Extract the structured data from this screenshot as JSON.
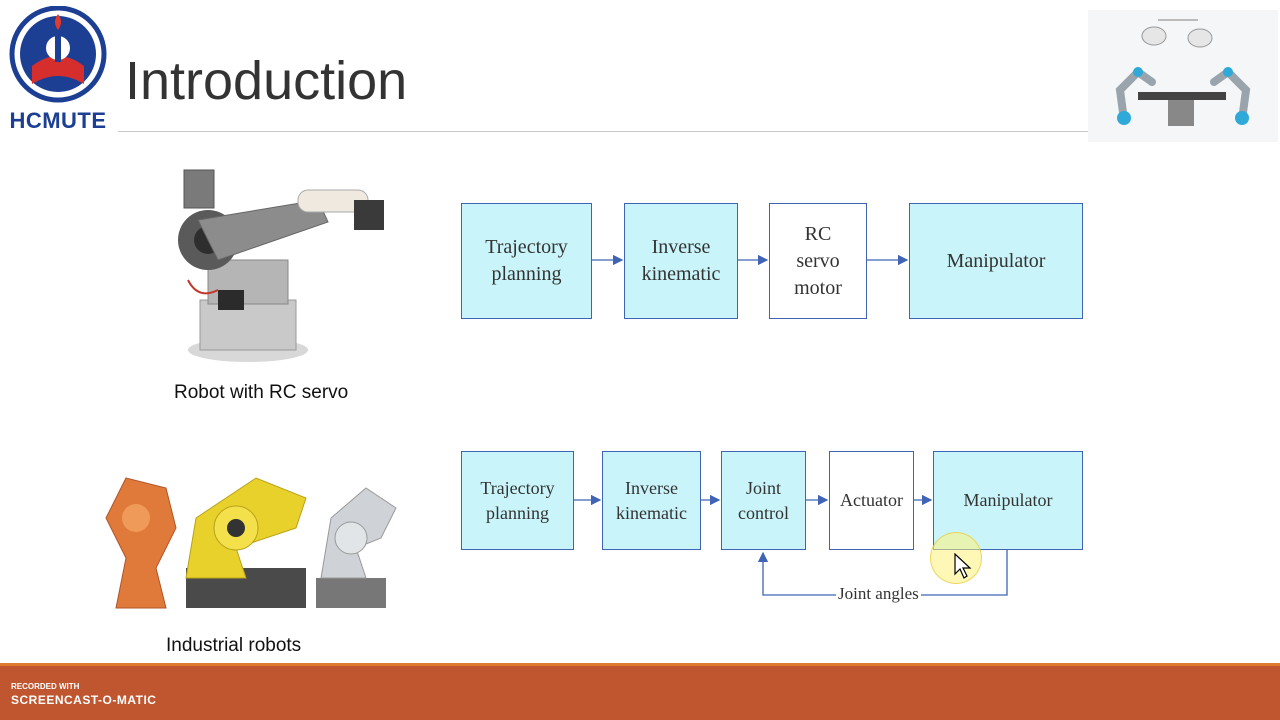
{
  "slide": {
    "title": "Introduction",
    "logo_text": "HCMUTE"
  },
  "images": {
    "servo_robot_caption": "Robot with RC servo",
    "industrial_robots_caption": "Industrial robots"
  },
  "diagram_top": {
    "blocks": [
      {
        "label": "Trajectory\nplanning",
        "fill": "#c9f5fa"
      },
      {
        "label": "Inverse\nkinematic",
        "fill": "#c9f5fa"
      },
      {
        "label": "RC\nservo\nmotor",
        "fill": "#ffffff"
      },
      {
        "label": "Manipulator",
        "fill": "#c9f5fa"
      }
    ]
  },
  "diagram_bottom": {
    "blocks": [
      {
        "label": "Trajectory\nplanning",
        "fill": "#c9f5fa"
      },
      {
        "label": "Inverse\nkinematic",
        "fill": "#c9f5fa"
      },
      {
        "label": "Joint\ncontrol",
        "fill": "#c9f5fa"
      },
      {
        "label": "Actuator",
        "fill": "#ffffff"
      },
      {
        "label": "Manipulator",
        "fill": "#c9f5fa"
      }
    ],
    "feedback_label": "Joint angles"
  },
  "recorder": {
    "small": "RECORDED WITH",
    "brand": "SCREENCAST-O-MATIC"
  },
  "colors": {
    "accent_bar": "#c0562f",
    "block_fill": "#c9f5fa",
    "block_border": "#3f63b5"
  }
}
